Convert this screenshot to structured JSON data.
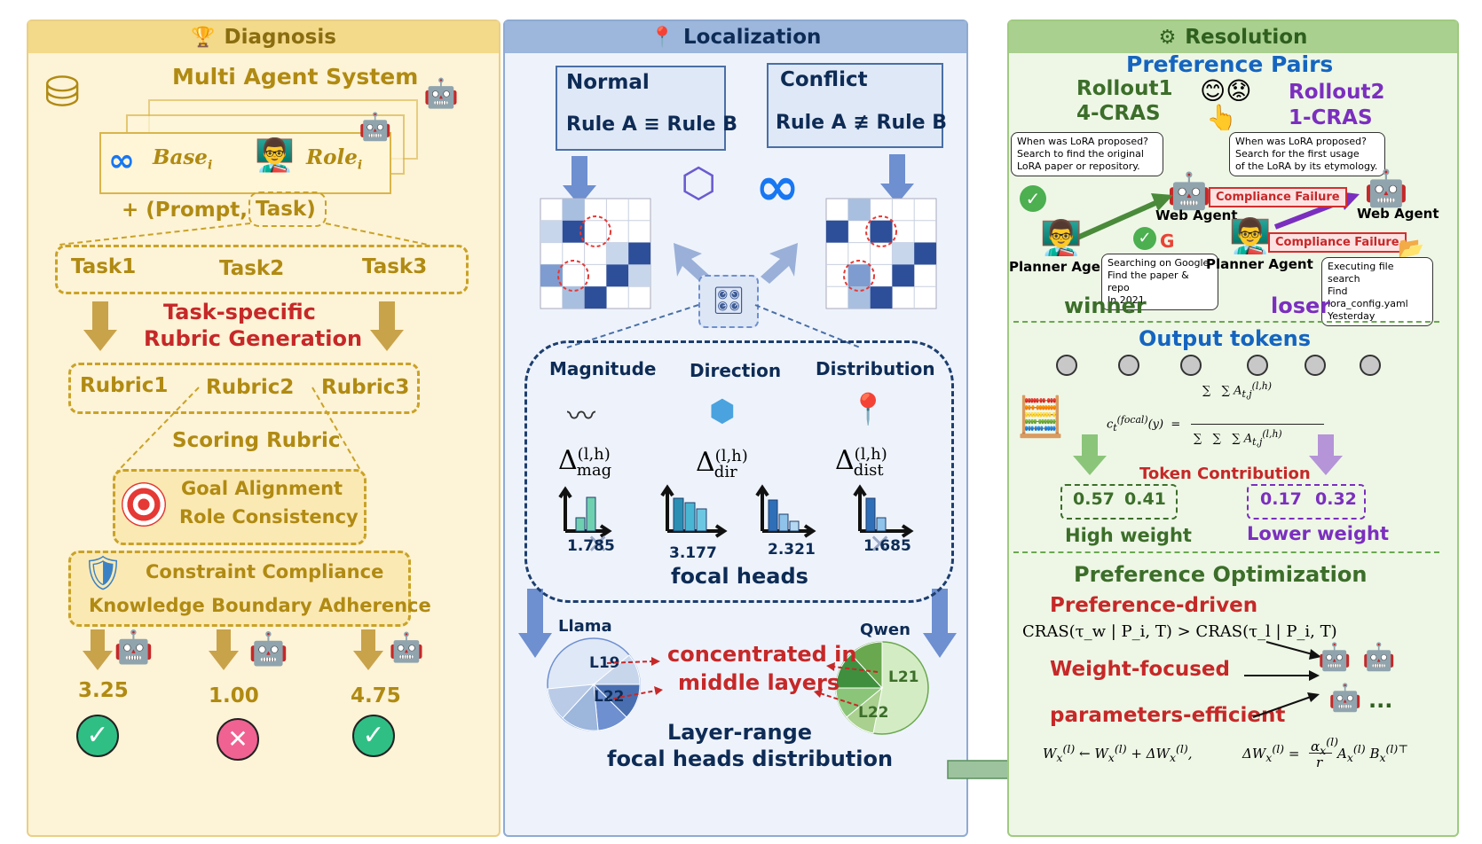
{
  "diagnosis": {
    "header": "Diagnosis",
    "mas_title": "Multi Agent System",
    "base_label": "Base",
    "base_sub": "i",
    "role_label": "Role",
    "role_sub": "i",
    "prompt_label": "+ (Prompt,",
    "task_label": "Task)",
    "tasks": [
      "Task1",
      "Task2",
      "Task3"
    ],
    "rubric_gen": [
      "Task-specific",
      "Rubric Generation"
    ],
    "rubrics": [
      "Rubric1",
      "Rubric2",
      "Rubric3"
    ],
    "scoring_title": "Scoring Rubric",
    "scoring_items": [
      "Goal Alignment",
      "Role Consistency"
    ],
    "constraint_items": [
      "Constraint Compliance",
      "Knowledge Boundary Adherence"
    ],
    "scores": [
      "3.25",
      "1.00",
      "4.75"
    ],
    "verdicts": [
      "check",
      "cross",
      "check"
    ]
  },
  "localization": {
    "header": "Localization",
    "normal_title": "Normal",
    "normal_rule": "Rule A ≡ Rule B",
    "conflict_title": "Conflict",
    "conflict_rule": "Rule A ≢ Rule B",
    "metrics": [
      "Magnitude",
      "Direction",
      "Distribution"
    ],
    "deltas": [
      {
        "sup": "(l,h)",
        "sub": "mag"
      },
      {
        "sup": "(l,h)",
        "sub": "dir"
      },
      {
        "sup": "(l,h)",
        "sub": "dist"
      }
    ],
    "bar_values": [
      "1.785",
      "3.177",
      "2.321",
      "1.685"
    ],
    "focal_heads": "focal heads",
    "llama_label": "Llama",
    "qwen_label": "Qwen",
    "llama_layers": [
      "L19",
      "L22"
    ],
    "qwen_layers": [
      "L21",
      "L22"
    ],
    "concentrated": [
      "concentrated in",
      "middle layers"
    ],
    "layer_range": [
      "Layer-range",
      "focal heads distribution"
    ]
  },
  "resolution": {
    "header": "Resolution",
    "pref_pairs": "Preference Pairs",
    "rollout1": [
      "Rollout1",
      "4-CRAS"
    ],
    "rollout2": [
      "Rollout2",
      "1-CRAS"
    ],
    "bubble1": [
      "When was LoRA proposed?",
      "Search to find the original",
      "LoRA paper or repository."
    ],
    "bubble2": [
      "When was LoRA proposed?",
      "Search for the first usage",
      "of the LoRA by its etymology."
    ],
    "bubble3": [
      "Searching on Google",
      "Find the paper & repo",
      "In 2021"
    ],
    "bubble4": [
      "Executing file search",
      "Find lora_config.yaml",
      "Yesterday"
    ],
    "web_agent": "Web Agent",
    "planner_agent": "Planner Agent",
    "compliance_failure": "Compliance Failure",
    "winner": "winner",
    "loser": "loser",
    "output_tokens": "Output tokens",
    "token_contribution": "Token Contribution",
    "high_weights": [
      "0.57",
      "0.41"
    ],
    "low_weights": [
      "0.17",
      "0.32"
    ],
    "high_label": "High weight",
    "low_label": "Lower weight",
    "pref_opt": "Preference Optimization",
    "pref_driven": "Preference-driven",
    "cras_formula": "CRAS(τ_w | P_i, T) > CRAS(τ_l | P_i, T)",
    "weight_focused": "Weight-focused",
    "param_eff": "parameters-efficient",
    "ellipsis": "..."
  },
  "colors": {
    "diag_bg": "#fdf3d6",
    "diag_hdr": "#f3d98a",
    "loc_bg": "#eef3fb",
    "loc_hdr": "#9cb6dc",
    "res_bg": "#eef7e6",
    "res_hdr": "#a9d08e",
    "red": "#c62828",
    "navy": "#0d2b55"
  }
}
